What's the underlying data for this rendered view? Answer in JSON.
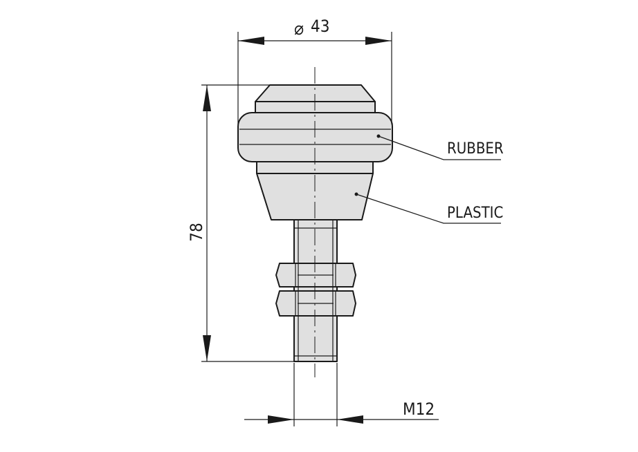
{
  "drawing": {
    "dimensions": {
      "diameter_symbol": "⌀",
      "diameter_value": "43",
      "height_value": "78",
      "thread_label": "M12"
    },
    "callouts": {
      "rubber": "RUBBER",
      "plastic": "PLASTIC"
    }
  },
  "colors": {
    "line": "#1a1a1a",
    "fill": "#e0e0e0",
    "background": "#ffffff"
  }
}
